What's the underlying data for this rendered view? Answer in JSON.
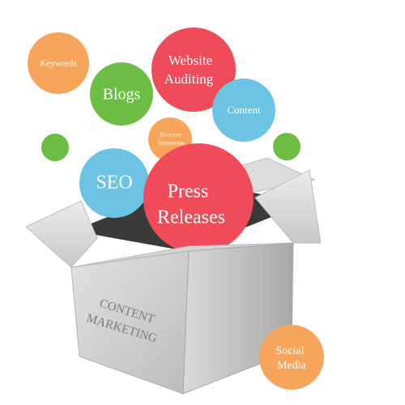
{
  "box": {
    "label_line1": "CONTENT",
    "label_line2": "MARKETING"
  },
  "bubbles": {
    "keywords": {
      "label": "Keywords",
      "color": "#F7A55A"
    },
    "blogs": {
      "label": "Blogs",
      "color": "#6DBD45"
    },
    "website_auditing": {
      "line1": "Website",
      "line2": "Auditing",
      "color": "#EF4B58"
    },
    "content": {
      "label": "Content",
      "color": "#6CC3E3"
    },
    "directory_submission": {
      "line1": "Directory",
      "line2": "Submission",
      "color": "#F7A55A"
    },
    "seo": {
      "label": "SEO",
      "color": "#6CC3E3"
    },
    "press_releases": {
      "line1": "Press",
      "line2": "Releases",
      "color": "#EF4B58"
    },
    "social_media": {
      "line1": "Social",
      "line2": "Media",
      "color": "#F7A55A"
    },
    "green_dot_left": {
      "color": "#6DBD45"
    },
    "green_dot_right": {
      "color": "#6DBD45"
    }
  }
}
